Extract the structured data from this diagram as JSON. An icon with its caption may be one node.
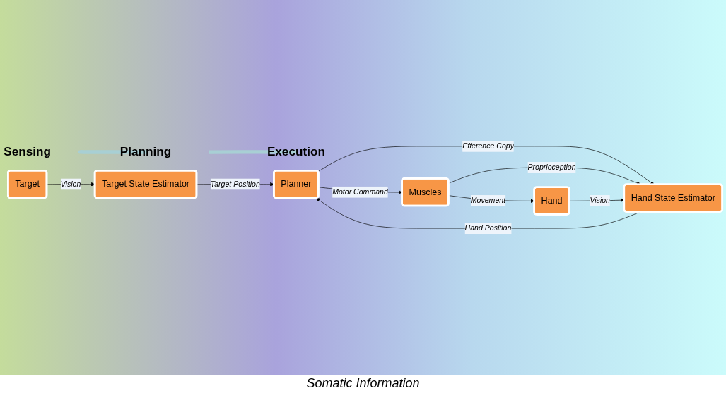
{
  "diagram": {
    "nodes": [
      {
        "text": [
          "Sensing"
        ]
      },
      {
        "text": [
          "Planning"
        ]
      },
      {
        "text": [
          "Execution"
        ]
      },
      {
        "text": [
          "Target"
        ]
      },
      {
        "text": [
          "Target State Estimator"
        ]
      },
      {
        "text": [
          "Hand State Estimator"
        ]
      },
      {
        "text": [
          "Planner"
        ]
      },
      {
        "text": [
          "Muscles"
        ]
      },
      {
        "text": [
          "Hand"
        ]
      }
    ],
    "edges": [
      {
        "from": 0,
        "to": 1,
        "arrow": "to",
        "style": "thick",
        "color": "#a8cfd4"
      },
      {
        "from": 1,
        "to": 2,
        "arrow": "to",
        "style": "thick",
        "color": "#a8cfd4"
      },
      {
        "from": 3,
        "to": 4,
        "arrow": "to",
        "label": "Vision"
      },
      {
        "from": 4,
        "to": 6,
        "arrow": "to",
        "label": "Target Position"
      },
      {
        "from": 5,
        "to": 6,
        "arrow": "to",
        "label": "Hand Position"
      },
      {
        "from": 6,
        "to": 7,
        "arrow": "to",
        "label": "Motor Command"
      },
      {
        "from": 7,
        "to": 8,
        "arrow": "to",
        "label": "Movement"
      },
      {
        "from": 6,
        "to": 5,
        "arrow": "to",
        "label": "Efference Copy"
      },
      {
        "from": 7,
        "to": 5,
        "arrow": "to",
        "label": "Proprioception"
      },
      {
        "from": 8,
        "to": 5,
        "arrow": "to",
        "label": "Vision"
      }
    ],
    "labels": [
      "Somatic Information"
    ]
  }
}
